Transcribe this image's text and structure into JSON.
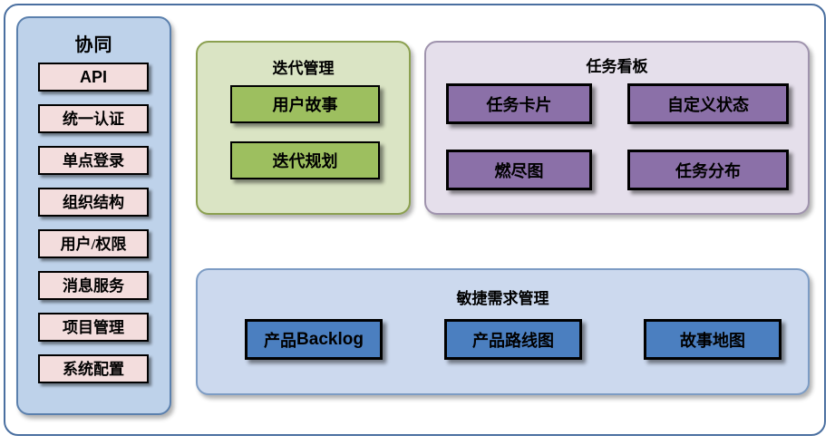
{
  "diagram": {
    "title_visible": false,
    "background": "#ffffff",
    "outer_frame_border_color": "#4a6fa0"
  },
  "sidebar": {
    "title": "协同",
    "background": "#bed2ea",
    "border_color": "#5b80ad",
    "item_background": "#f3dddd",
    "items": [
      {
        "label": "API",
        "script": "latin"
      },
      {
        "label": "统一认证",
        "script": "han"
      },
      {
        "label": "单点登录",
        "script": "han"
      },
      {
        "label": "组织结构",
        "script": "han"
      },
      {
        "label": "用户/权限",
        "script": "han"
      },
      {
        "label": "消息服务",
        "script": "han"
      },
      {
        "label": "项目管理",
        "script": "han"
      },
      {
        "label": "系统配置",
        "script": "han"
      }
    ]
  },
  "iteration_panel": {
    "title": "迭代管理",
    "background": "#dae4c4",
    "border_color": "#8ba050",
    "item_background": "#9dbf5f",
    "items": [
      {
        "label": "用户故事"
      },
      {
        "label": "迭代规划"
      }
    ]
  },
  "taskboard_panel": {
    "title": "任务看板",
    "background": "#e5dfeb",
    "border_color": "#9f93ad",
    "item_background": "#8b70a8",
    "items": [
      {
        "label": "任务卡片"
      },
      {
        "label": "自定义状态"
      },
      {
        "label": "燃尽图"
      },
      {
        "label": "任务分布"
      }
    ]
  },
  "agile_panel": {
    "title": "敏捷需求管理",
    "background": "#ccd9ee",
    "border_color": "#7d9cc4",
    "item_background": "#4b7fc0",
    "items": [
      {
        "label_han": "产品",
        "label_latin": "Backlog",
        "label": "产品Backlog"
      },
      {
        "label": "产品路线图"
      },
      {
        "label": "故事地图"
      }
    ]
  }
}
